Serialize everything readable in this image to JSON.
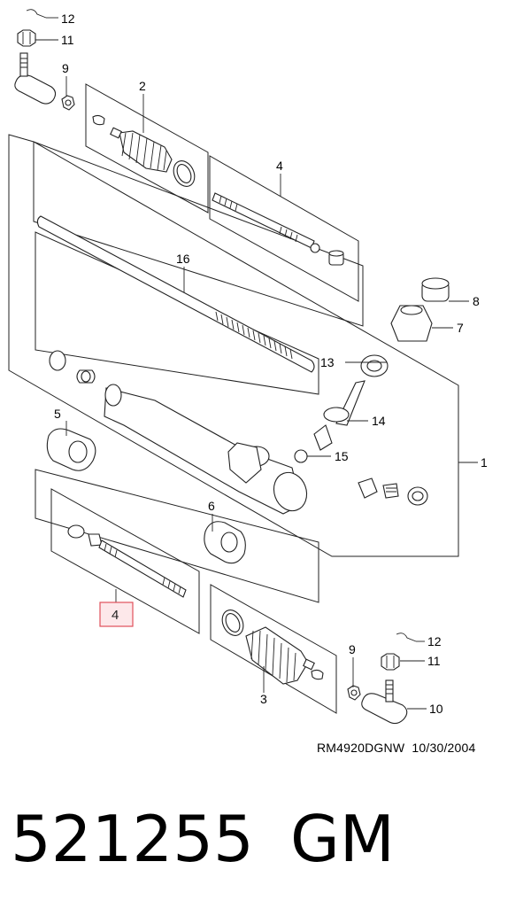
{
  "diagram": {
    "callouts": {
      "c1": "1",
      "c2": "2",
      "c3": "3",
      "c4_top": "4",
      "c4_highlight": "4",
      "c5": "5",
      "c6": "6",
      "c7": "7",
      "c8": "8",
      "c9_top": "9",
      "c9_bottom": "9",
      "c10": "10",
      "c11_top": "11",
      "c11_bottom": "11",
      "c12_top": "12",
      "c12_bottom": "12",
      "c13": "13",
      "c14": "14",
      "c15": "15",
      "c16": "16"
    },
    "highlight_color": "#e0505a",
    "reference": "RM4920DGNW  10/30/2004"
  },
  "caption": {
    "part_number": "521255",
    "brand": "GM"
  }
}
